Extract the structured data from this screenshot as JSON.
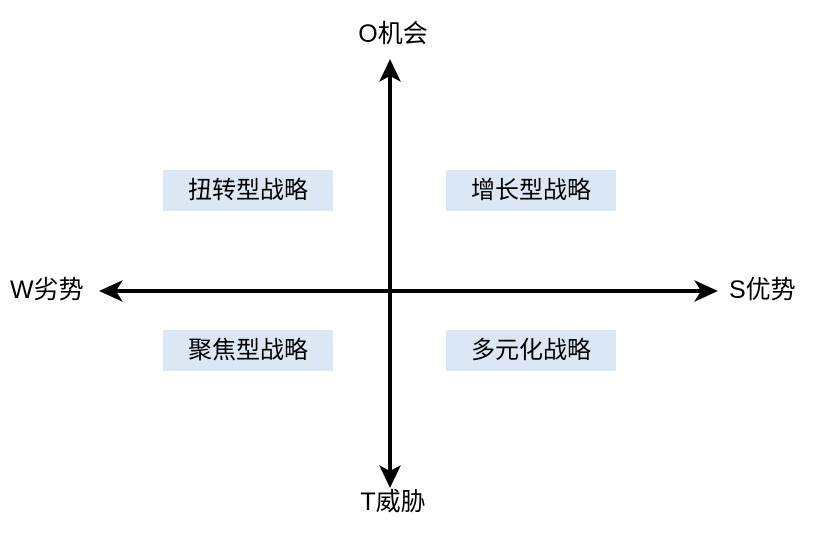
{
  "diagram": {
    "type": "swot-strategy-matrix",
    "background_color": "#ffffff",
    "axis_color": "#000000",
    "box_fill_color": "#dce7f5",
    "text_color": "#000000",
    "axes": {
      "vertical": {
        "top_label": "O机会",
        "bottom_label": "T威胁"
      },
      "horizontal": {
        "left_label": "W劣势",
        "right_label": "S优势"
      }
    },
    "quadrants": [
      {
        "key": "top_left",
        "label": "扭转型战略"
      },
      {
        "key": "top_right",
        "label": "增长型战略"
      },
      {
        "key": "bottom_left",
        "label": "聚焦型战略"
      },
      {
        "key": "bottom_right",
        "label": "多元化战略"
      }
    ]
  }
}
